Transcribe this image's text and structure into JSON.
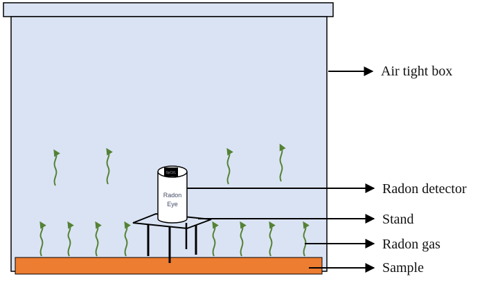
{
  "labels": {
    "box": "Air tight box",
    "detector": "Radon detector",
    "stand": "Stand",
    "gas": "Radon gas",
    "sample": "Sample"
  },
  "device": {
    "name_line1": "Radon",
    "name_line2": "Eye",
    "screen_text": "0pCi/L"
  },
  "colors": {
    "box_fill": "#dae3f3",
    "box_stroke": "#000000",
    "sample_fill": "#ed7d31",
    "gas_arrow": "#548235",
    "device_fill": "#ffffff",
    "device_screen": "#000000",
    "stand": "#000000"
  },
  "icons": {
    "gas": "wavy-arrow-up",
    "callout": "arrow-right"
  }
}
